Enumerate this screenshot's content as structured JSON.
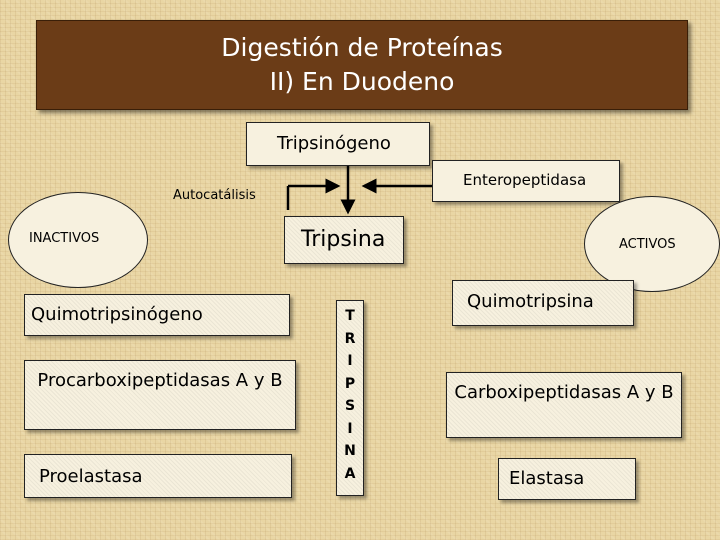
{
  "title": {
    "line1": "Digestión de Proteínas",
    "line2": "II) En Duodeno"
  },
  "tripsinogeno": "Tripsinógeno",
  "autocatalisis": "Autocatálisis",
  "enteropeptidasa": "Enteropeptidasa",
  "tripsina": "Tripsina",
  "inactivos": "INACTIVOS",
  "activos": "ACTIVOS",
  "inactive_items": [
    "Quimotripsinógeno",
    "Procarboxipeptidasas A y B",
    "Proelastasa"
  ],
  "active_items": [
    "Quimotripsina",
    "Carboxipeptidasas A y B",
    "Elastasa"
  ],
  "vertical_letters": [
    "T",
    "R",
    "I",
    "P",
    "S",
    "I",
    "N",
    "A"
  ],
  "colors": {
    "title_bg": "#6b3c17",
    "title_text": "#ffffff",
    "box_bg": "#f7f1df",
    "background": "#e9d6a4"
  }
}
